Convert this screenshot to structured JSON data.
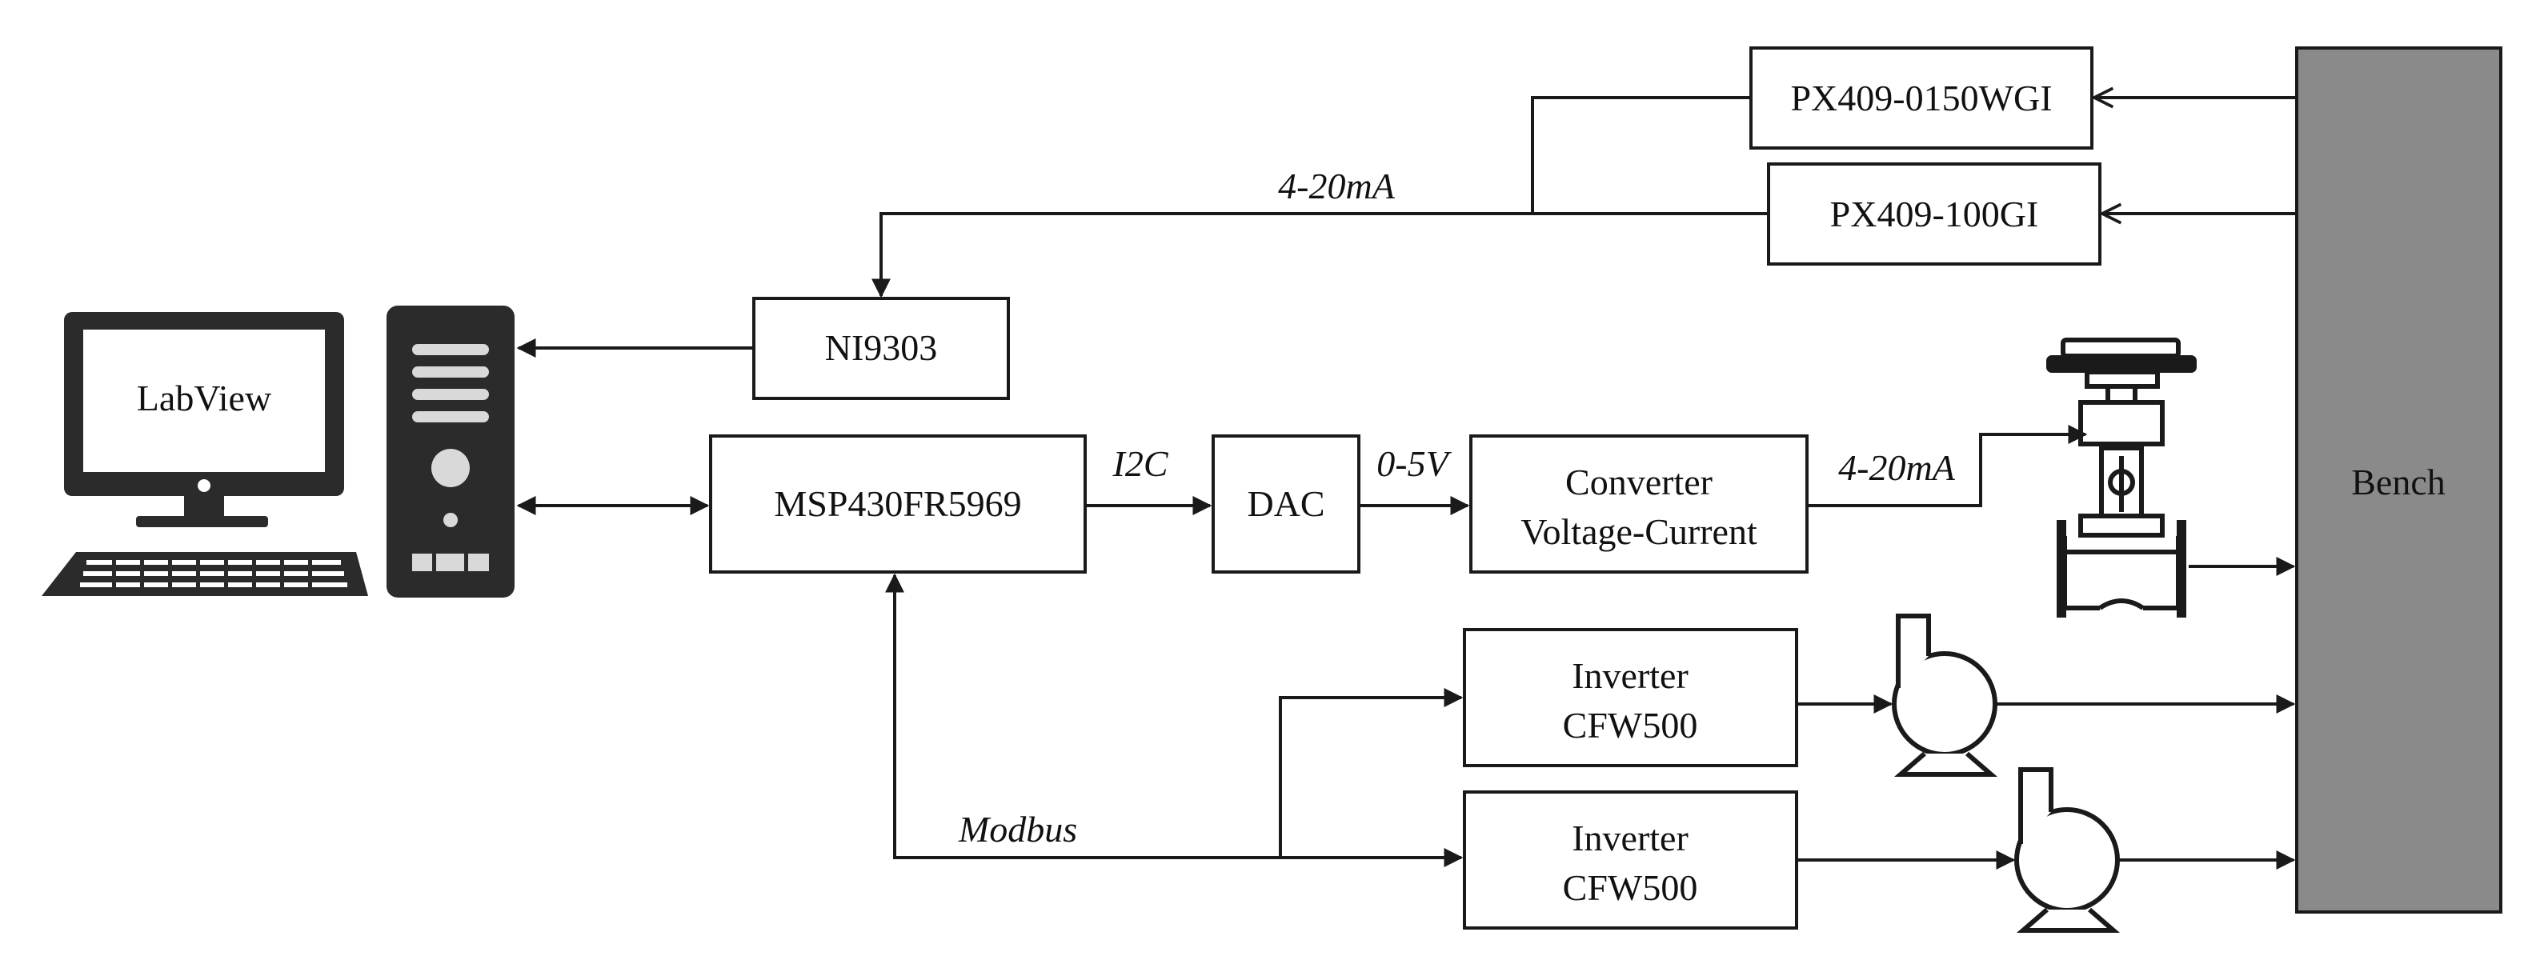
{
  "blocks": {
    "labview": "LabView",
    "ni9303": "NI9303",
    "msp430": "MSP430FR5969",
    "dac": "DAC",
    "converter_line1": "Converter",
    "converter_line2": "Voltage-Current",
    "px409_0150": "PX409-0150WGI",
    "px409_100": "PX409-100GI",
    "inverter1_line1": "Inverter",
    "inverter1_line2": "CFW500",
    "inverter2_line1": "Inverter",
    "inverter2_line2": "CFW500",
    "bench": "Bench"
  },
  "signals": {
    "sensor_current": "4-20mA",
    "i2c": "I2C",
    "dac_voltage": "0-5V",
    "valve_current": "4-20mA",
    "modbus": "Modbus"
  },
  "colors": {
    "bench_fill": "#8a8a8a",
    "line": "#1a1a1a",
    "computer": "#2b2b2b"
  }
}
